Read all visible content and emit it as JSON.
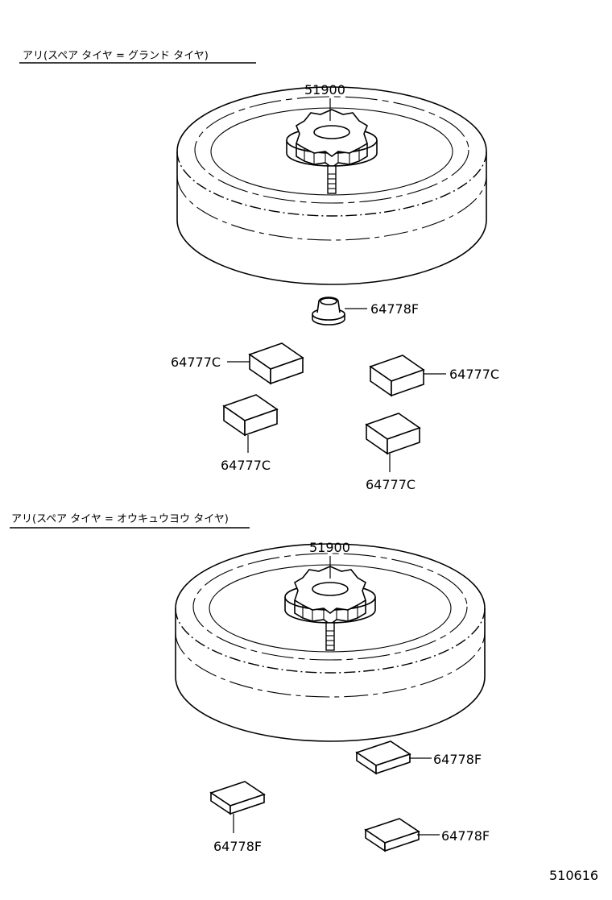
{
  "sections": [
    {
      "header": "アリ(スペア タイヤ = グランド タイヤ)",
      "tire_label": "51900",
      "labels": [
        "64778F",
        "64777C",
        "64777C",
        "64777C",
        "64777C"
      ]
    },
    {
      "header": "アリ(スペア タイヤ = オウキュウヨウ タイヤ)",
      "tire_label": "51900",
      "labels": [
        "64778F",
        "64778F",
        "64778F"
      ]
    }
  ],
  "footer_code": "510616"
}
